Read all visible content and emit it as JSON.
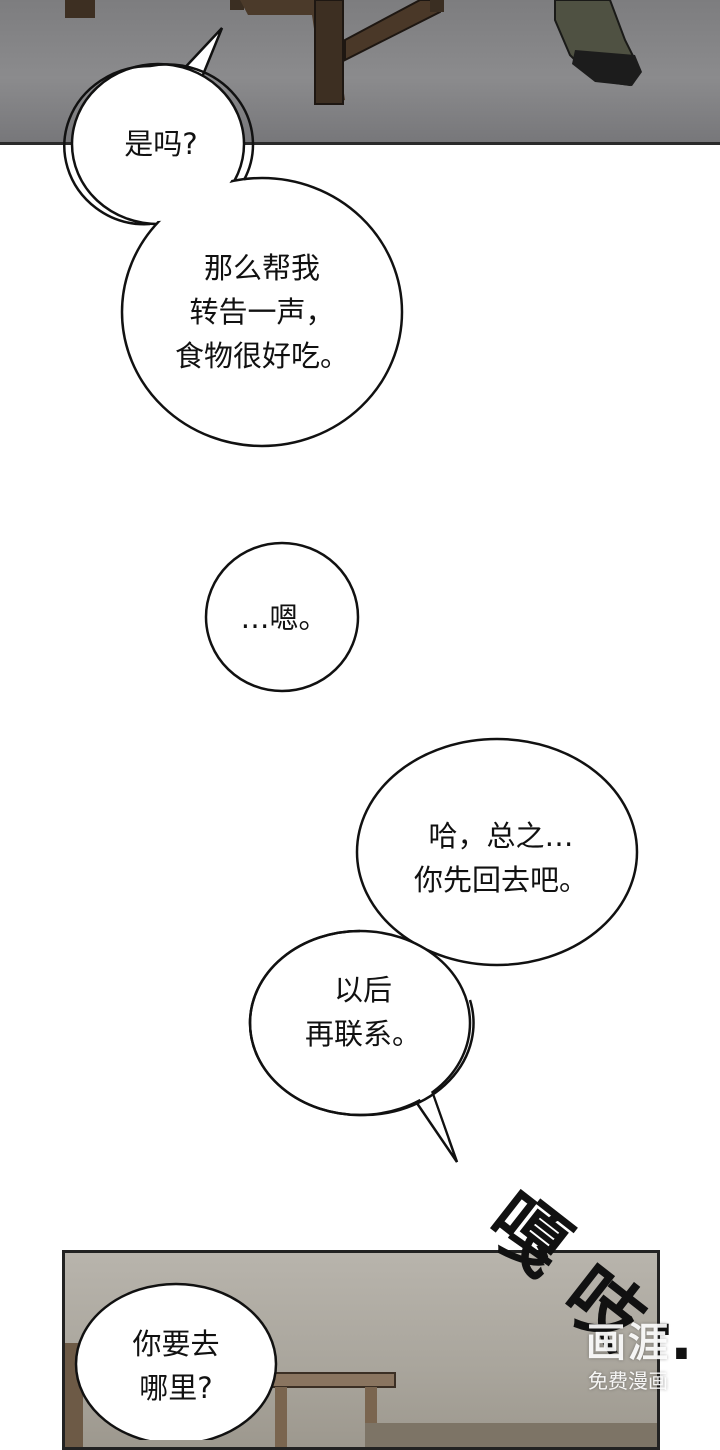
{
  "bubbles": {
    "b1": "是吗?",
    "b2": "那么帮我\n转告一声，\n食物很好吃。",
    "b3": "…嗯。",
    "b4": "哈，总之…\n你先回去吧。",
    "b5": "以后\n再联系。",
    "b6": "你要去\n哪里?"
  },
  "sfx": {
    "char1": "嘎",
    "char2": "吱",
    "dots": "·"
  },
  "watermark": {
    "logo": "画涯",
    "sub": "免费漫画"
  }
}
